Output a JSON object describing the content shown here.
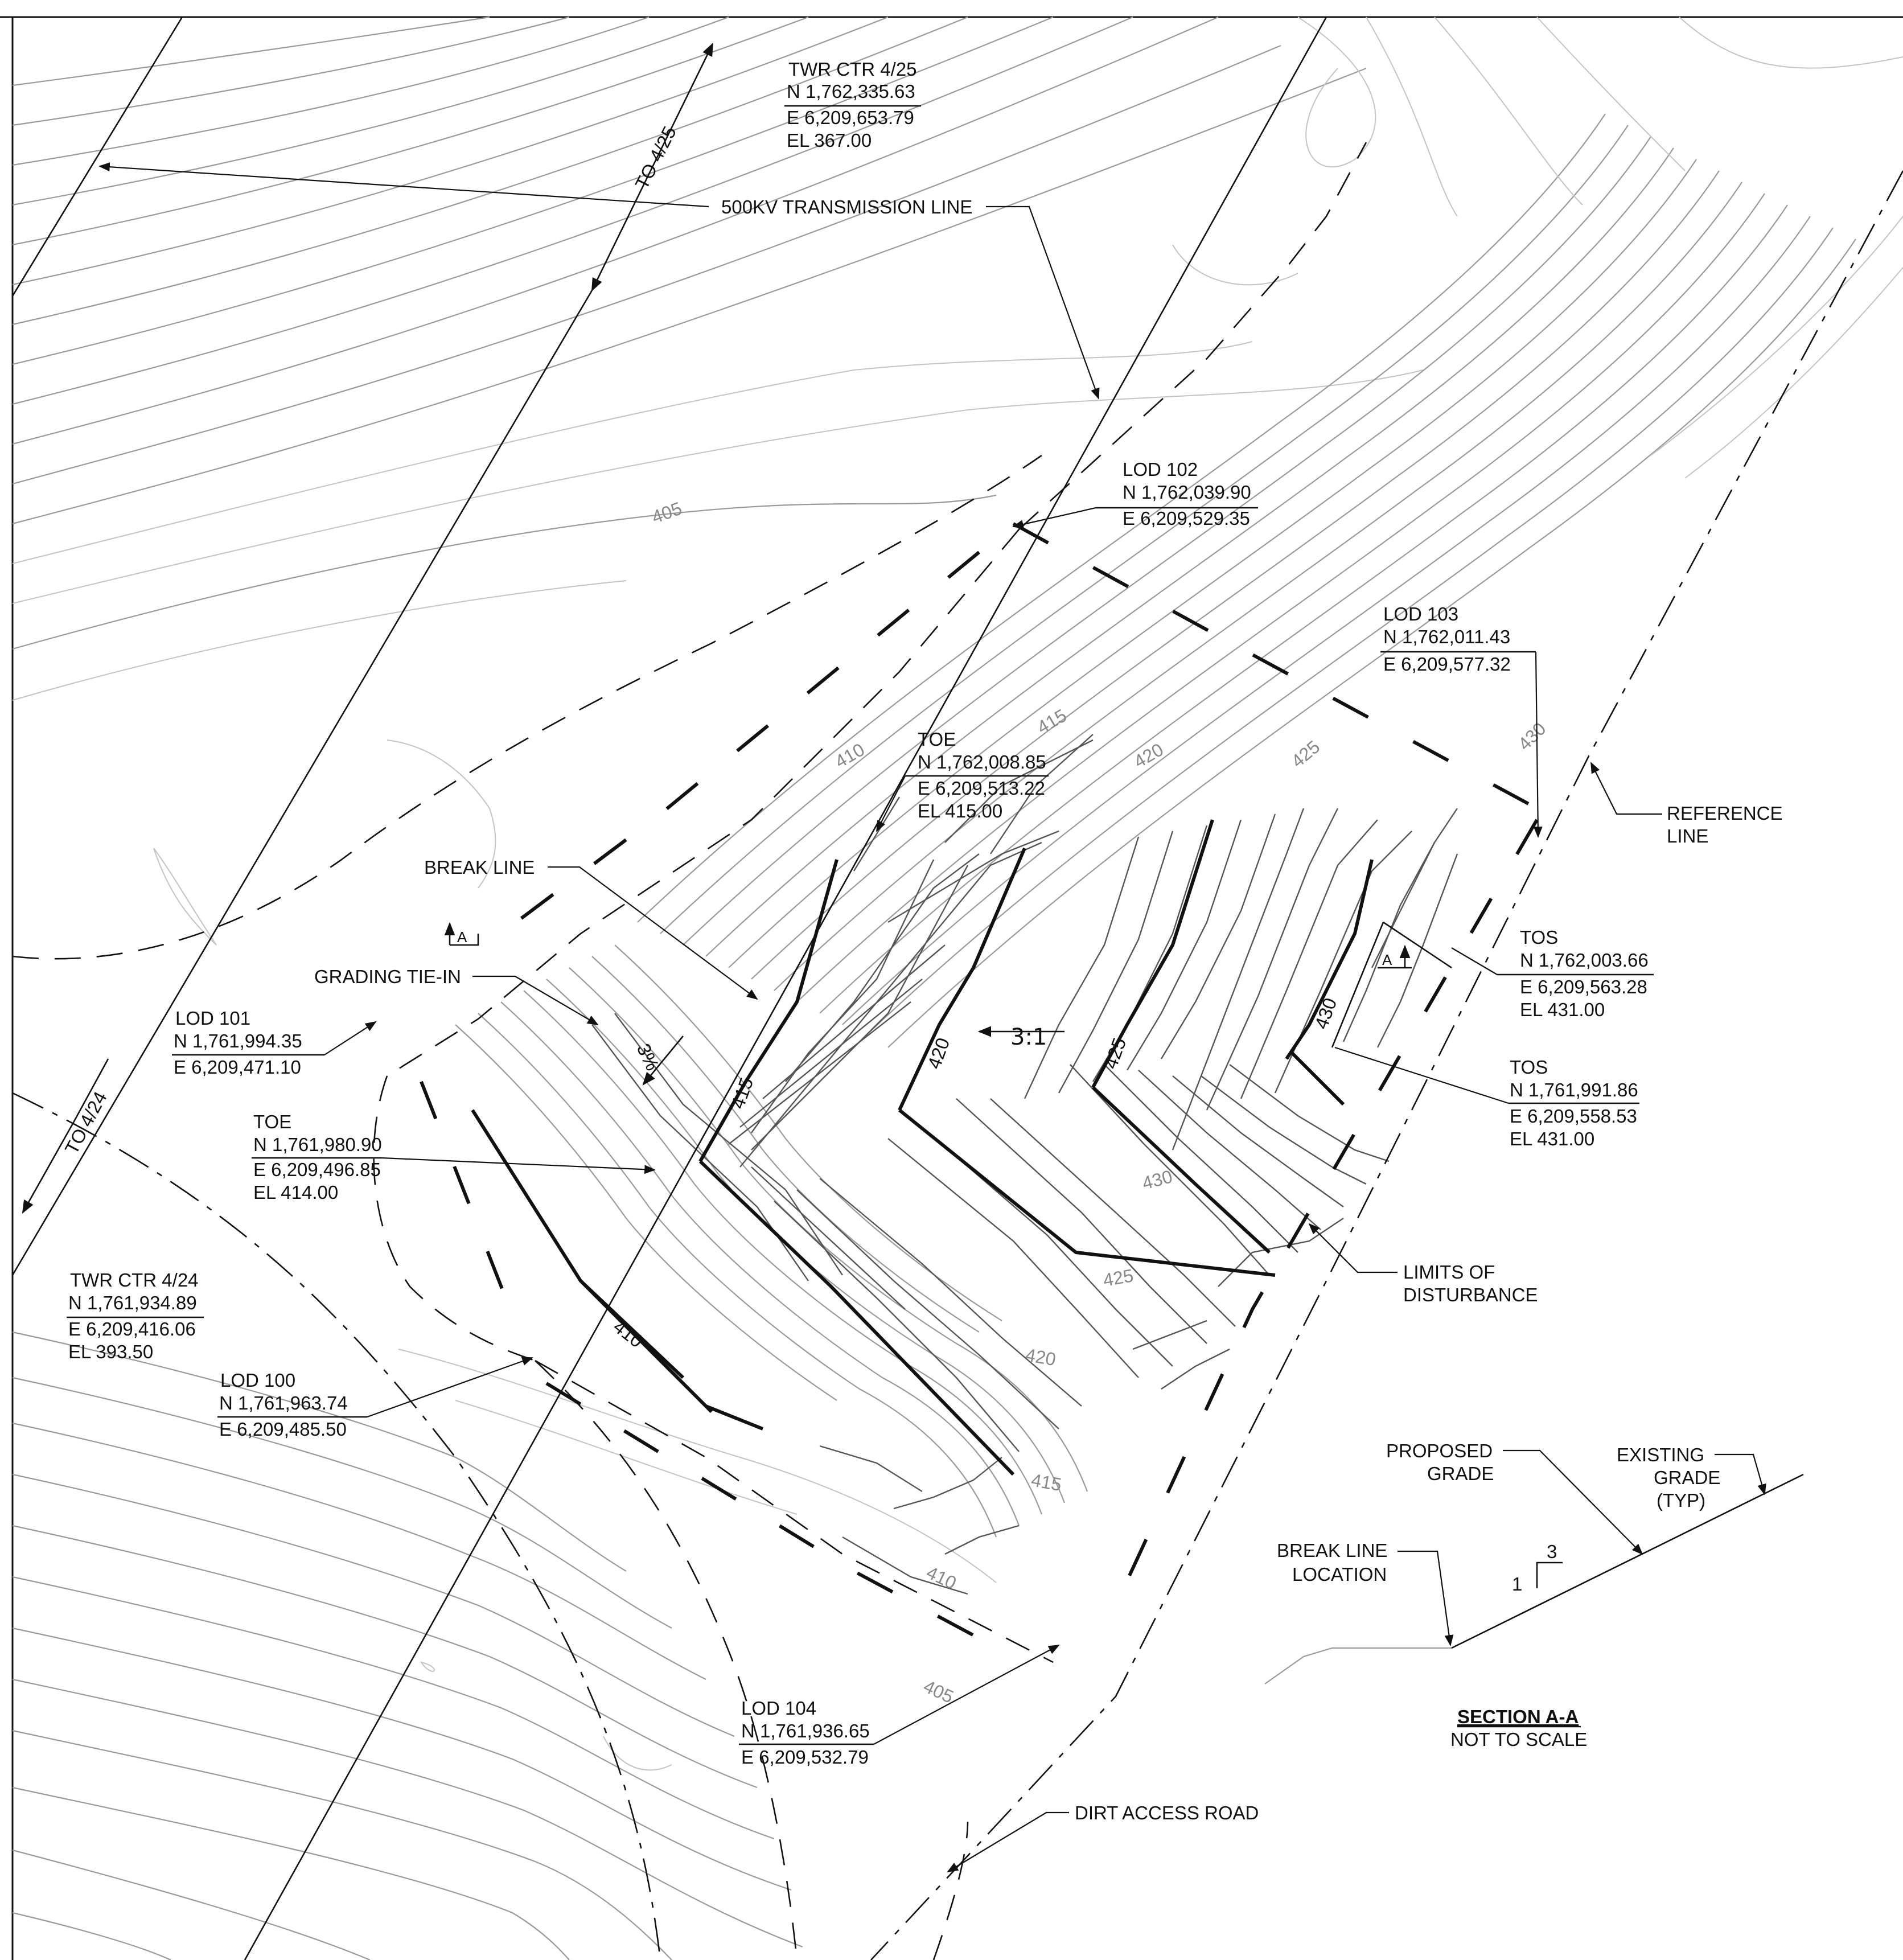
{
  "callouts": {
    "twr_4_25": {
      "name": "TWR CTR 4/25",
      "north": "N 1,762,335.63",
      "east": "E 6,209,653.79",
      "elev": "EL 367.00"
    },
    "twr_4_24": {
      "name": "TWR CTR 4/24",
      "north": "N 1,761,934.89",
      "east": "E 6,209,416.06",
      "elev": "EL 393.50"
    },
    "lod_100": {
      "name": "LOD 100",
      "north": "N 1,761,963.74",
      "east": "E 6,209,485.50"
    },
    "lod_101": {
      "name": "LOD 101",
      "north": "N 1,761,994.35",
      "east": "E 6,209,471.10"
    },
    "lod_102": {
      "name": "LOD 102",
      "north": "N 1,762,039.90",
      "east": "E 6,209,529.35"
    },
    "lod_103": {
      "name": "LOD 103",
      "north": "N 1,762,011.43",
      "east": "E 6,209,577.32"
    },
    "lod_104": {
      "name": "LOD 104",
      "north": "N 1,761,936.65",
      "east": "E 6,209,532.79"
    },
    "toe_upper": {
      "name": "TOE",
      "north": "N 1,762,008.85",
      "east": "E 6,209,513.22",
      "elev": "EL 415.00"
    },
    "toe_lower": {
      "name": "TOE",
      "north": "N 1,761,980.90",
      "east": "E 6,209,496.85",
      "elev": "EL 414.00"
    },
    "tos_upper": {
      "name": "TOS",
      "north": "N 1,762,003.66",
      "east": "E 6,209,563.28",
      "elev": "EL 431.00"
    },
    "tos_lower": {
      "name": "TOS",
      "north": "N 1,761,991.86",
      "east": "E 6,209,558.53",
      "elev": "EL 431.00"
    }
  },
  "labels": {
    "transmission_line": "500KV TRANSMISSION LINE",
    "to_4_25": "TO 4/25",
    "to_4_24": "TO 4/24",
    "break_line": "BREAK LINE",
    "grading_tie_in": "GRADING TIE-IN",
    "reference_line_1": "REFERENCE",
    "reference_line_2": "LINE",
    "limits_1": "LIMITS OF",
    "limits_2": "DISTURBANCE",
    "dirt_access_road": "DIRT ACCESS ROAD",
    "slope_ratio": "3:1",
    "slope_percent": "3%",
    "section_marker": "A"
  },
  "contour_labels": [
    "405",
    "410",
    "415",
    "420",
    "425",
    "430",
    "430",
    "425",
    "420",
    "415",
    "410",
    "405",
    "410"
  ],
  "proposed_labels": [
    "415",
    "420",
    "425",
    "430"
  ],
  "section": {
    "title": "SECTION A-A",
    "subtitle": "NOT TO SCALE",
    "proposed_grade_1": "PROPOSED",
    "proposed_grade_2": "GRADE",
    "existing_grade_1": "EXISTING",
    "existing_grade_2": "GRADE",
    "existing_grade_3": "(TYP)",
    "break_line_1": "BREAK LINE",
    "break_line_2": "LOCATION",
    "slope_h": "3",
    "slope_v": "1"
  }
}
